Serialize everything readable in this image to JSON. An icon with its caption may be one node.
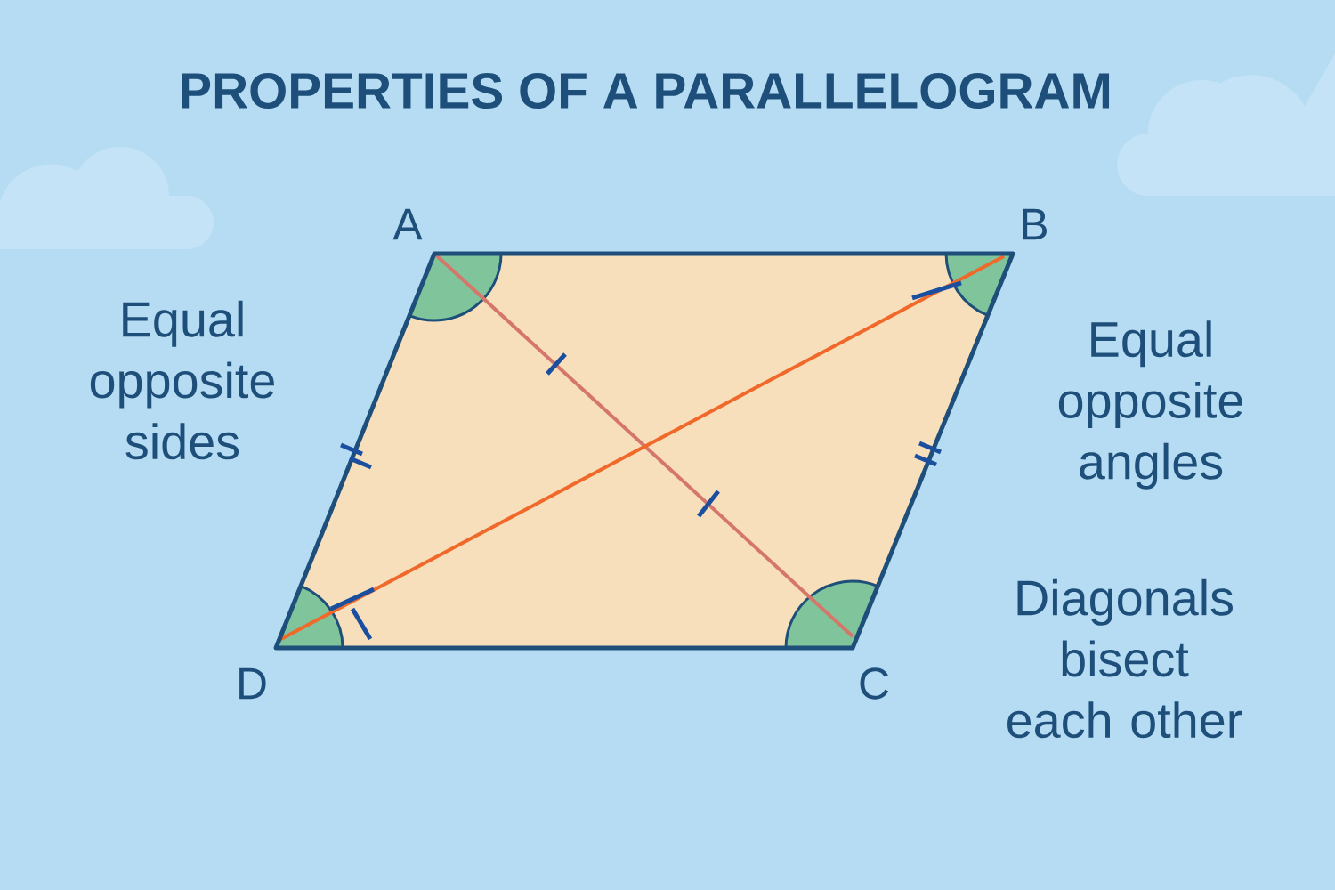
{
  "diagram": {
    "title": "PROPERTIES OF A PARALLELOGRAM",
    "labels": [
      "A",
      "B",
      "C",
      "D",
      "Equal opposite sides",
      "Equal opposite angles",
      "Diagonals bisect each other"
    ]
  }
}
